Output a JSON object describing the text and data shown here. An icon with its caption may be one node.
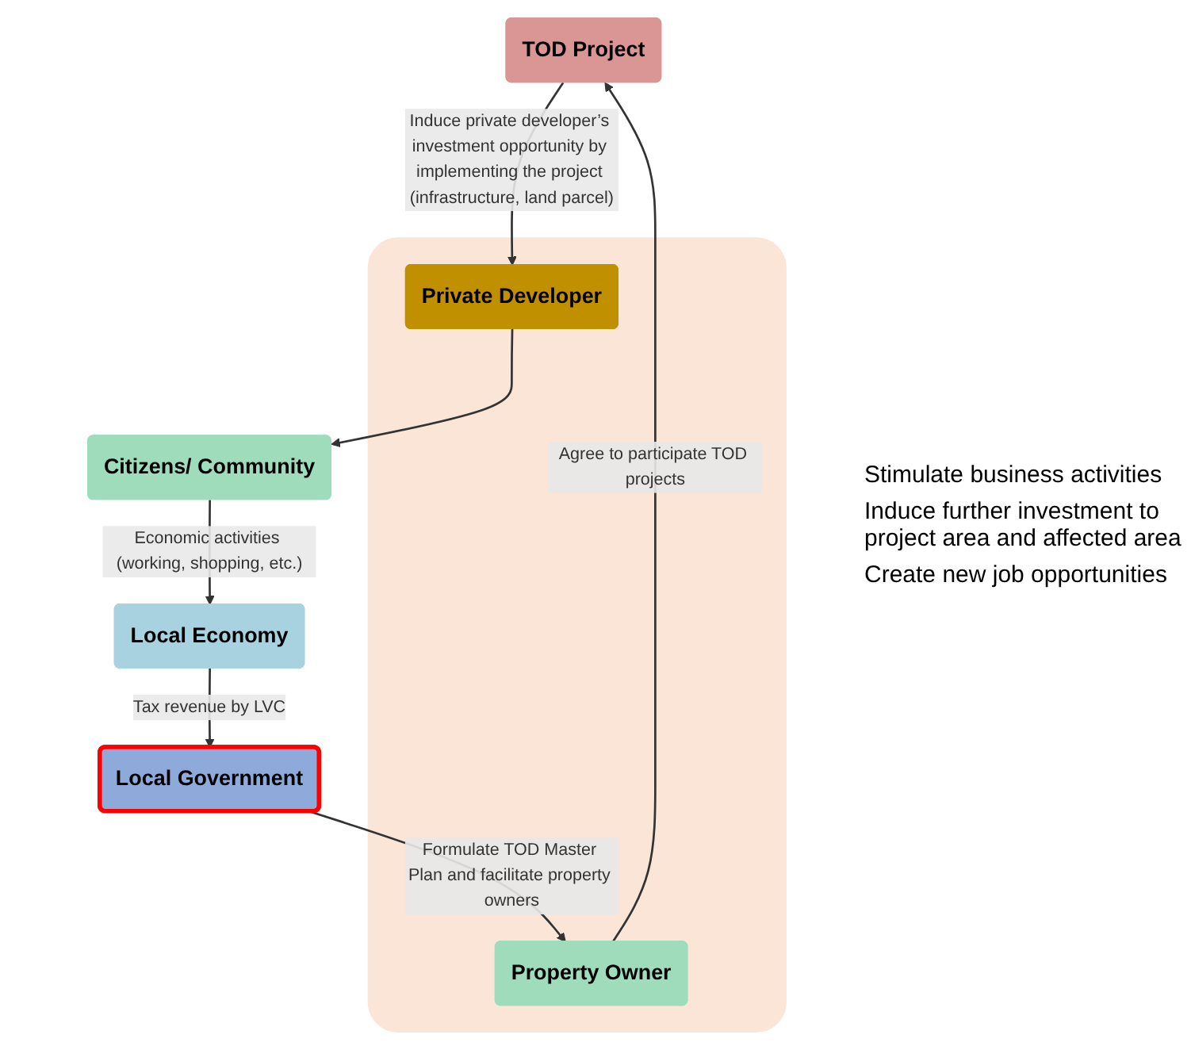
{
  "diagram": {
    "nodes": [
      {
        "text": [
          "TOD Project"
        ]
      },
      {
        "text": [],
        "shape": "box"
      },
      {
        "text": [
          "Property Owner"
        ],
        "in": 1
      },
      {
        "text": [
          "Private Developer"
        ],
        "in": 1
      },
      {
        "text": [
          "Local Government"
        ]
      },
      {
        "text": [
          "Citizens/ Community"
        ]
      },
      {
        "text": [
          "Local Economy"
        ]
      }
    ],
    "edges": [
      {
        "from": 2,
        "to": 0,
        "arrow": "to",
        "label": "Agree to participate TOD projects"
      },
      {
        "from": 0,
        "to": 3,
        "arrow": "to",
        "label": "Induce private developer’s investment opportunity by implementing the project (infrastructure, land parcel)"
      },
      {
        "from": 3,
        "to": 5,
        "arrow": "to"
      },
      {
        "from": 5,
        "to": 6,
        "arrow": "to",
        "label": "Economic activities (working, shopping, etc.)"
      },
      {
        "from": 6,
        "to": 4,
        "arrow": "to",
        "label": "Tax revenue by LVC"
      },
      {
        "from": 4,
        "to": 2,
        "arrow": "to",
        "label": "Formulate TOD Master Plan and facilitate property owners"
      }
    ],
    "labels": [
      "Stimulate business activities",
      "Induce further investment to project area and affected area",
      "Create new job opportunities"
    ]
  }
}
